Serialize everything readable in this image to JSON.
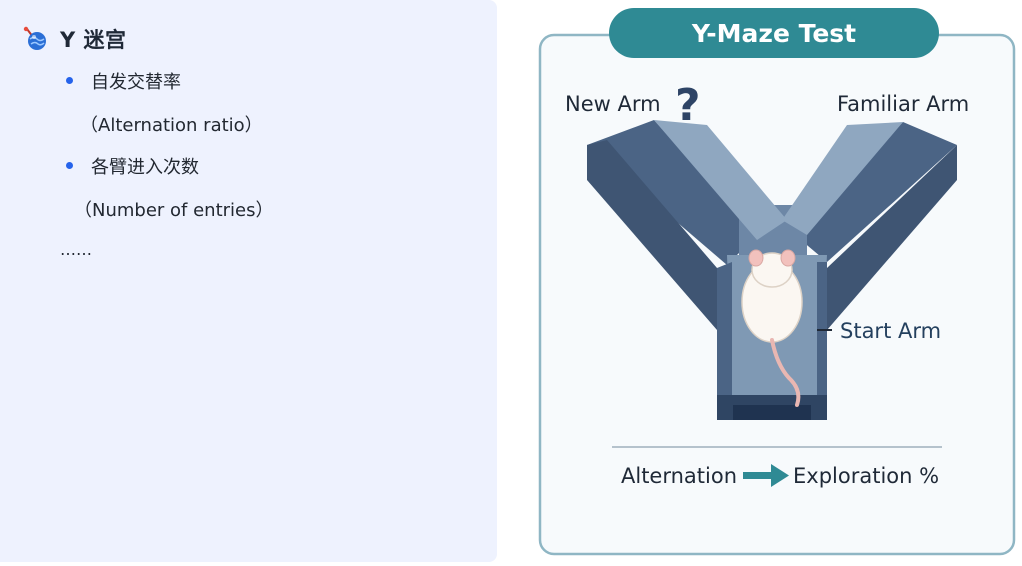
{
  "slide": {
    "heading": "Y 迷宫",
    "bullets": [
      {
        "main": "自发交替率",
        "sub": "（Alternation ratio）"
      },
      {
        "main": "各臂进入次数",
        "sub": "（Number of entries）"
      }
    ],
    "ellipsis": "……"
  },
  "figure": {
    "banner_title": "Y-Maze Test",
    "label_new_arm": "New Arm",
    "question_mark": "?",
    "label_familiar_arm": "Familiar Arm",
    "label_start_arm": "Start Arm",
    "bottom_left": "Alternation",
    "bottom_right": "Exploration %"
  },
  "colors": {
    "panel_bg": "#eef2fe",
    "bullet": "#2563eb",
    "banner": "#2f8a94",
    "maze_dark": "#3f5573",
    "maze_light": "#8fa7c0"
  },
  "icons": {
    "heading_icon": "pin-globe-icon",
    "arrow_icon": "right-arrow-icon"
  }
}
